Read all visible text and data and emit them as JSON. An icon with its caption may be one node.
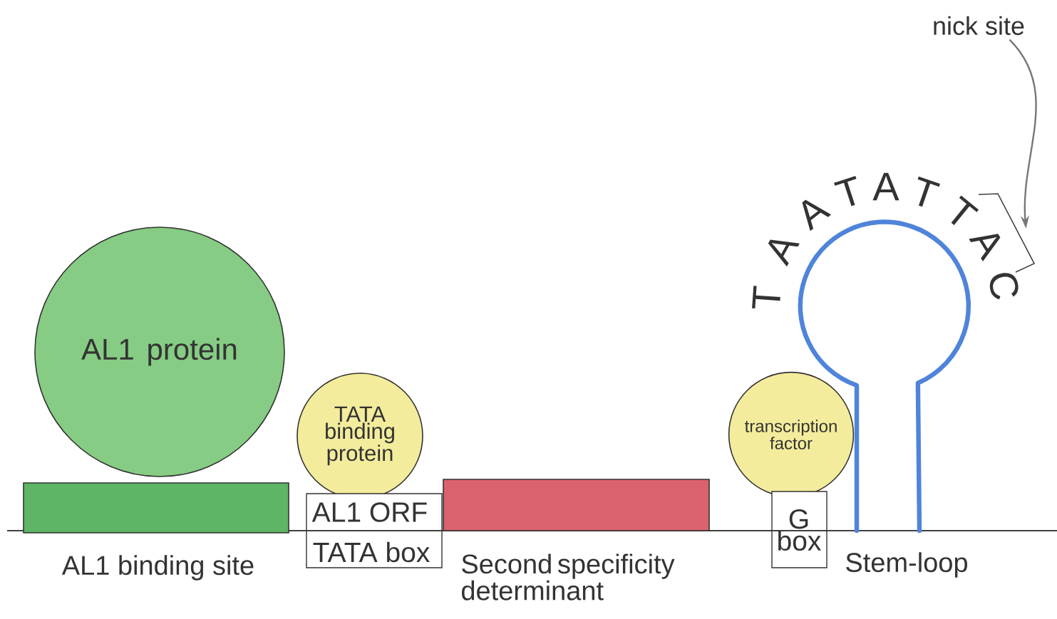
{
  "diagram": {
    "nodes": [
      {
        "text": [
          "AL1 protein"
        ]
      },
      {
        "text": [
          "AL1 binding site"
        ]
      },
      {
        "text": [
          "TATA binding protein"
        ]
      },
      {
        "text": [
          "AL1 ORF",
          "TATA box"
        ]
      },
      {
        "text": [
          "Second specificity determinant"
        ]
      },
      {
        "text": [
          "transcription factor"
        ]
      },
      {
        "text": [
          "G box"
        ]
      },
      {
        "text": [
          "Stem-loop"
        ],
        "beside": [
          "T",
          "A",
          "A",
          "T",
          "A",
          "T",
          "T",
          "A",
          "C"
        ]
      },
      {
        "text": [
          "nick site"
        ]
      },
      {
        "text": [],
        "shape": "bracket"
      }
    ],
    "edges": [
      {
        "from": 8,
        "to": 9,
        "arrow": "to",
        "color": "#777777"
      }
    ]
  }
}
